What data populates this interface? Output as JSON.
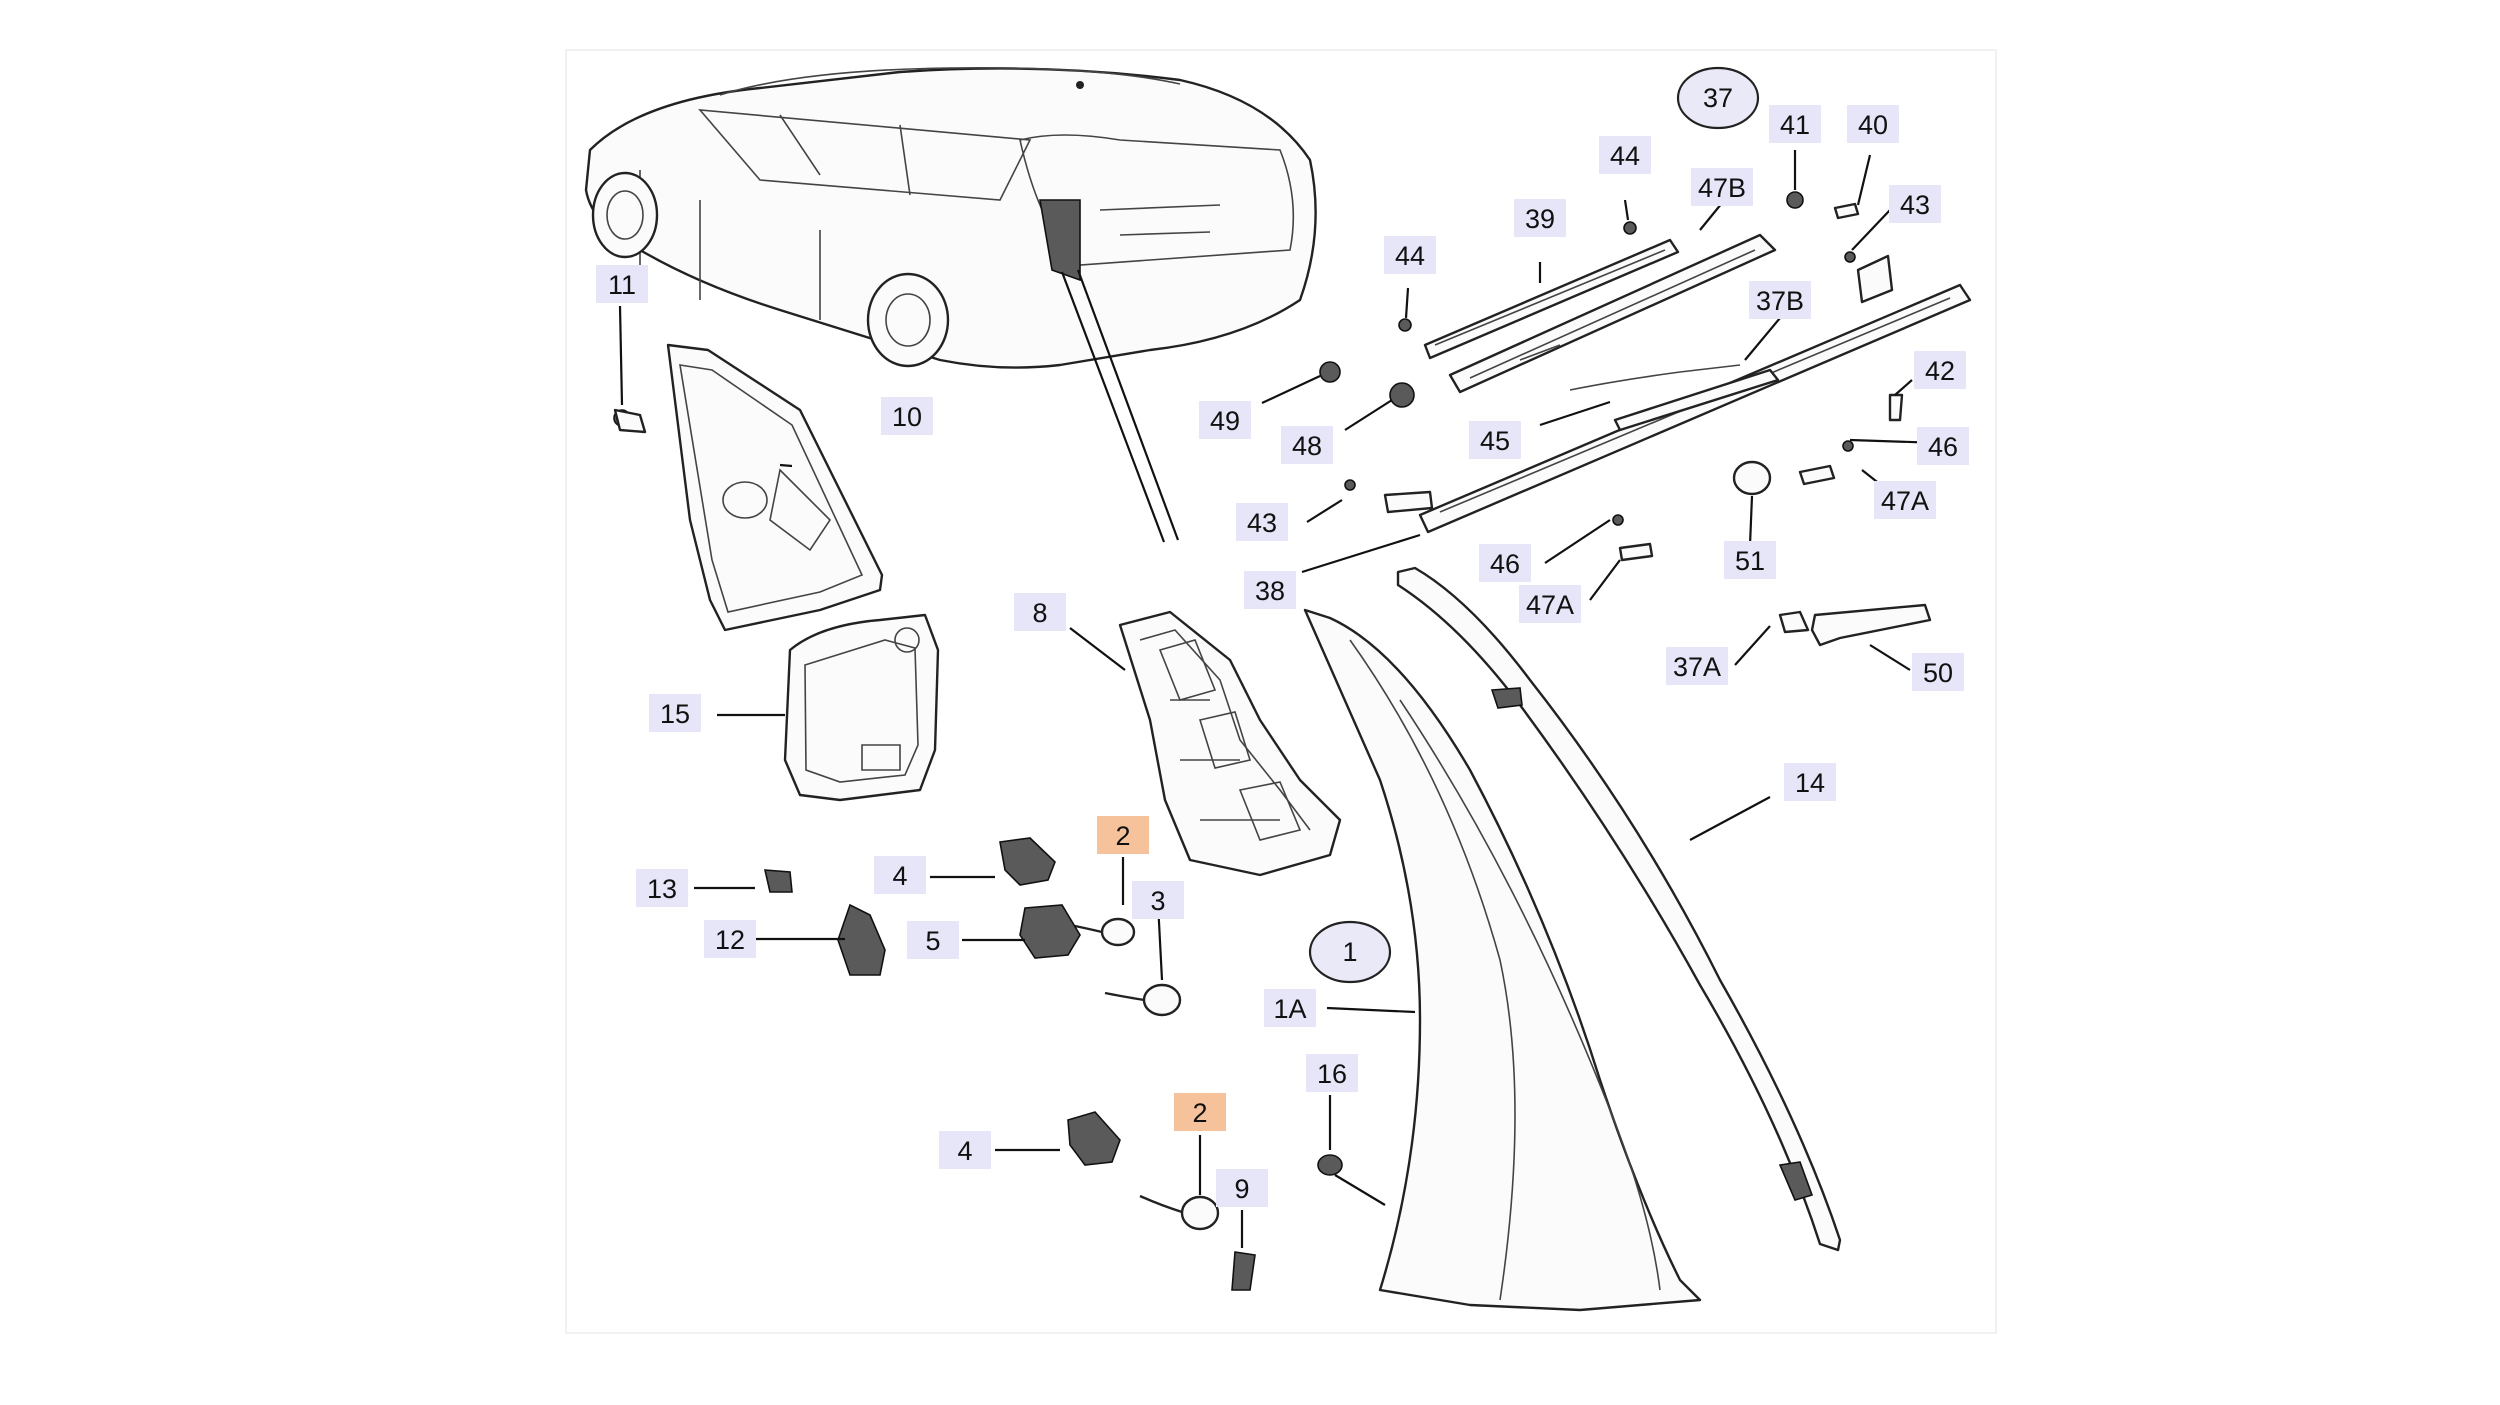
{
  "diagram": {
    "part_labels": [
      {
        "id": "11",
        "highlight": false
      },
      {
        "id": "10",
        "highlight": false
      },
      {
        "id": "15",
        "highlight": false
      },
      {
        "id": "8",
        "highlight": false
      },
      {
        "id": "2",
        "highlight": true
      },
      {
        "id": "3",
        "highlight": false
      },
      {
        "id": "4",
        "highlight": false
      },
      {
        "id": "5",
        "highlight": false
      },
      {
        "id": "13",
        "highlight": false
      },
      {
        "id": "12",
        "highlight": false
      },
      {
        "id": "2",
        "highlight": true
      },
      {
        "id": "4",
        "highlight": false
      },
      {
        "id": "9",
        "highlight": false
      },
      {
        "id": "16",
        "highlight": false
      },
      {
        "id": "1A",
        "highlight": false
      },
      {
        "id": "14",
        "highlight": false
      },
      {
        "id": "44",
        "highlight": false
      },
      {
        "id": "39",
        "highlight": false
      },
      {
        "id": "44",
        "highlight": false
      },
      {
        "id": "47B",
        "highlight": false
      },
      {
        "id": "41",
        "highlight": false
      },
      {
        "id": "40",
        "highlight": false
      },
      {
        "id": "43",
        "highlight": false
      },
      {
        "id": "37B",
        "highlight": false
      },
      {
        "id": "42",
        "highlight": false
      },
      {
        "id": "46",
        "highlight": false
      },
      {
        "id": "47A",
        "highlight": false
      },
      {
        "id": "49",
        "highlight": false
      },
      {
        "id": "48",
        "highlight": false
      },
      {
        "id": "45",
        "highlight": false
      },
      {
        "id": "43",
        "highlight": false
      },
      {
        "id": "38",
        "highlight": false
      },
      {
        "id": "46",
        "highlight": false
      },
      {
        "id": "47A",
        "highlight": false
      },
      {
        "id": "51",
        "highlight": false
      },
      {
        "id": "37A",
        "highlight": false
      },
      {
        "id": "50",
        "highlight": false
      }
    ],
    "group_labels": [
      {
        "id": "37"
      },
      {
        "id": "1"
      }
    ]
  },
  "colors": {
    "label_box": "#e6e6f8",
    "label_box_highlight": "#f6c29b",
    "line": "#222222"
  }
}
